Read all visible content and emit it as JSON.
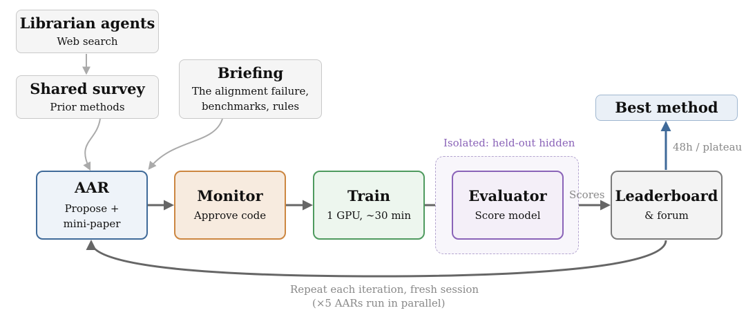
{
  "nodes": {
    "librarian": {
      "title": "Librarian agents",
      "sub": "Web search"
    },
    "survey": {
      "title": "Shared survey",
      "sub": "Prior methods"
    },
    "briefing": {
      "title": "Briefing",
      "sub1": "The alignment failure,",
      "sub2": "benchmarks, rules"
    },
    "aar": {
      "title": "AAR",
      "sub1": "Propose +",
      "sub2": "mini-paper"
    },
    "monitor": {
      "title": "Monitor",
      "sub": "Approve code"
    },
    "train": {
      "title": "Train",
      "sub": "1 GPU, ∼30 min"
    },
    "evaluator": {
      "title": "Evaluator",
      "sub": "Score model"
    },
    "leaderboard": {
      "title": "Leaderboard",
      "sub": "& forum"
    },
    "best": {
      "title": "Best method"
    }
  },
  "labels": {
    "isolated": "Isolated: held-out hidden",
    "scores": "Scores",
    "stop": "48h / plateau",
    "loop1": "Repeat each iteration, fresh session",
    "loop2": "(×5 AARs run in parallel)"
  },
  "colors": {
    "aar": "#3f6a99",
    "monitor": "#cc8640",
    "train": "#4e9a5e",
    "evaluator": "#8a63b8",
    "leaderboard": "#7a7a7a",
    "isolated_label": "#8a63b8",
    "best_arrow": "#3f6a99"
  }
}
